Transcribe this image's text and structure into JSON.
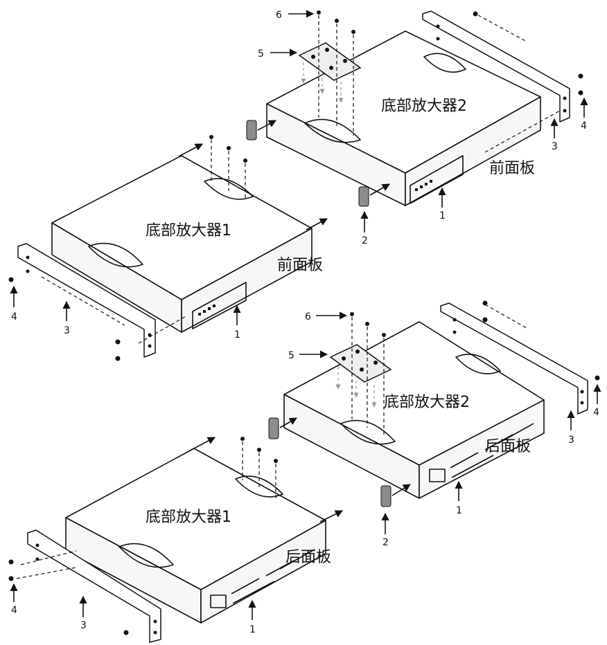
{
  "labels": {
    "amp1": "底部放大器1",
    "amp2": "底部放大器2",
    "front_panel": "前面板",
    "rear_panel": "后面板"
  },
  "callouts": {
    "c1": "1",
    "c2": "2",
    "c3": "3",
    "c4": "4",
    "c5": "5",
    "c6": "6"
  }
}
